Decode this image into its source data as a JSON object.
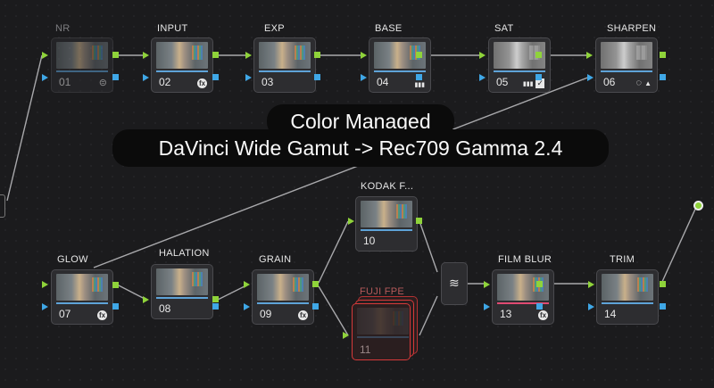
{
  "nodes": {
    "n01": {
      "label": "NR",
      "number": "01"
    },
    "n02": {
      "label": "INPUT",
      "number": "02"
    },
    "n03": {
      "label": "EXP",
      "number": "03"
    },
    "n04": {
      "label": "BASE",
      "number": "04"
    },
    "n05": {
      "label": "SAT",
      "number": "05"
    },
    "n06": {
      "label": "SHARPEN",
      "number": "06"
    },
    "n07": {
      "label": "GLOW",
      "number": "07"
    },
    "n08": {
      "label": "HALATION",
      "number": "08"
    },
    "n09": {
      "label": "GRAIN",
      "number": "09"
    },
    "n10": {
      "label": "KODAK F...",
      "number": "10"
    },
    "n11": {
      "label": "FUJI FPE",
      "number": "11"
    },
    "n13": {
      "label": "FILM BLUR",
      "number": "13"
    },
    "n14": {
      "label": "TRIM",
      "number": "14"
    }
  },
  "icons": {
    "fx": "fx",
    "bars": "▮▮▮",
    "check": "✓",
    "ring": "◌",
    "drop": "▲"
  },
  "overlay": {
    "line1": "Color Managed",
    "line2": "DaVinci Wide Gamut -> Rec709 Gamma 2.4"
  },
  "colors": {
    "rgb_link": "#8fd33a",
    "alpha_link": "#3fa7e6",
    "disabled_border": "#d63a3a"
  }
}
